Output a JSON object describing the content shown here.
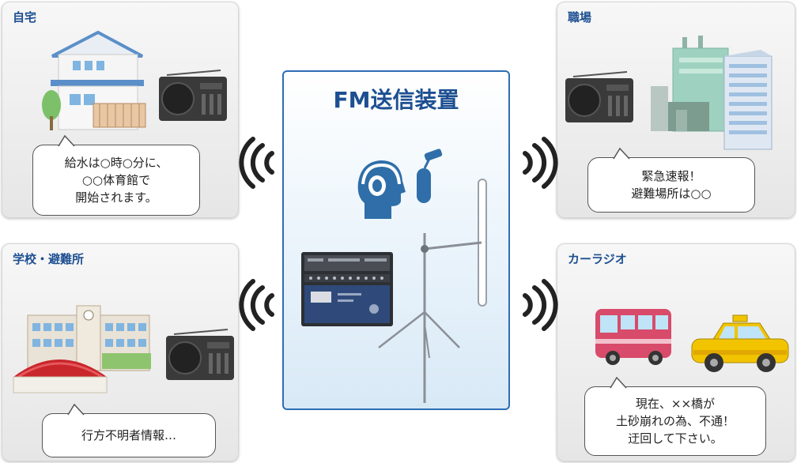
{
  "center": {
    "title": "FM送信装置"
  },
  "panels": {
    "home": {
      "title": "自宅",
      "bubble": [
        "給水は○時○分に、",
        "○○体育館で",
        "開始されます。"
      ]
    },
    "work": {
      "title": "職場",
      "bubble": [
        "緊急速報！",
        "避難場所は○○"
      ]
    },
    "school": {
      "title": "学校・避難所",
      "bubble": [
        "行方不明者情報…"
      ]
    },
    "car": {
      "title": "カーラジオ",
      "bubble": [
        "現在、××橋が",
        "土砂崩れの為、不通！",
        "迂回して下さい。"
      ]
    }
  },
  "colors": {
    "accent": "#1d4f91",
    "frame": "#2e6db5",
    "radio": "#3a3a3a",
    "bus": "#d84b6a",
    "taxi": "#f2c400"
  },
  "icons": [
    "house-icon",
    "tree-icon",
    "radio-icon",
    "factory-icon",
    "building-icon",
    "school-icon",
    "gym-icon",
    "bus-icon",
    "taxi-icon",
    "headphone-icon",
    "microphone-icon",
    "transmitter-icon",
    "antenna-icon",
    "signal-waves-icon"
  ]
}
